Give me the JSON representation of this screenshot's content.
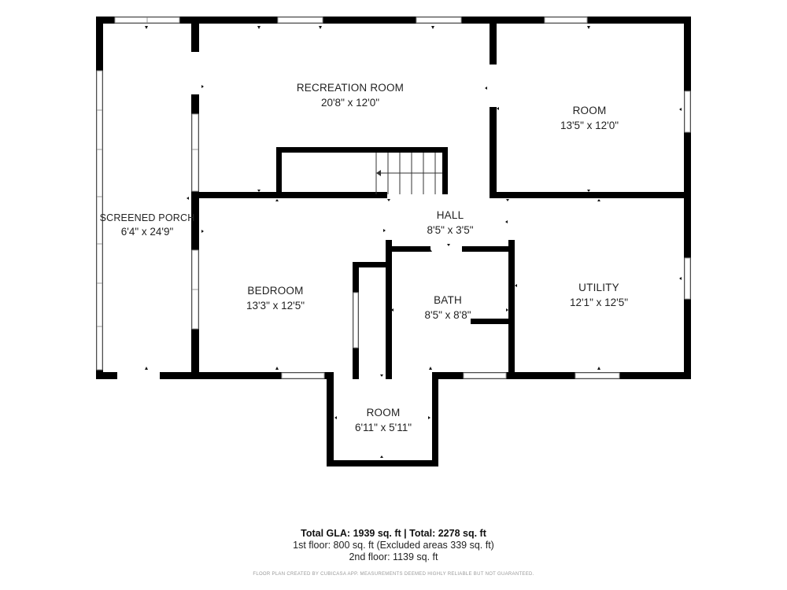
{
  "rooms": {
    "recreation": {
      "name": "RECREATION ROOM",
      "dims": "20'8\" x 12'0\""
    },
    "room_ne": {
      "name": "ROOM",
      "dims": "13'5\" x 12'0\""
    },
    "porch": {
      "name": "SCREENED PORCH",
      "dims": "6'4\" x 24'9\""
    },
    "hall": {
      "name": "HALL",
      "dims": "8'5\" x 3'5\""
    },
    "bedroom": {
      "name": "BEDROOM",
      "dims": "13'3\" x 12'5\""
    },
    "bath": {
      "name": "BATH",
      "dims": "8'5\" x 8'8\""
    },
    "utility": {
      "name": "UTILITY",
      "dims": "12'1\" x 12'5\""
    },
    "room_s": {
      "name": "ROOM",
      "dims": "6'11\" x 5'11\""
    }
  },
  "footer": {
    "totals": "Total GLA: 1939 sq. ft | Total: 2278 sq. ft",
    "first_floor": "1st floor: 800 sq. ft (Excluded areas 339 sq. ft)",
    "second_floor": "2nd floor: 1139 sq. ft",
    "disclaimer": "FLOOR PLAN CREATED BY CUBICASA APP. MEASUREMENTS DEEMED HIGHLY RELIABLE BUT NOT GUARANTEED."
  },
  "colors": {
    "wall": "#000000",
    "background": "#ffffff",
    "text": "#222222",
    "window": "#9a9a9a"
  }
}
